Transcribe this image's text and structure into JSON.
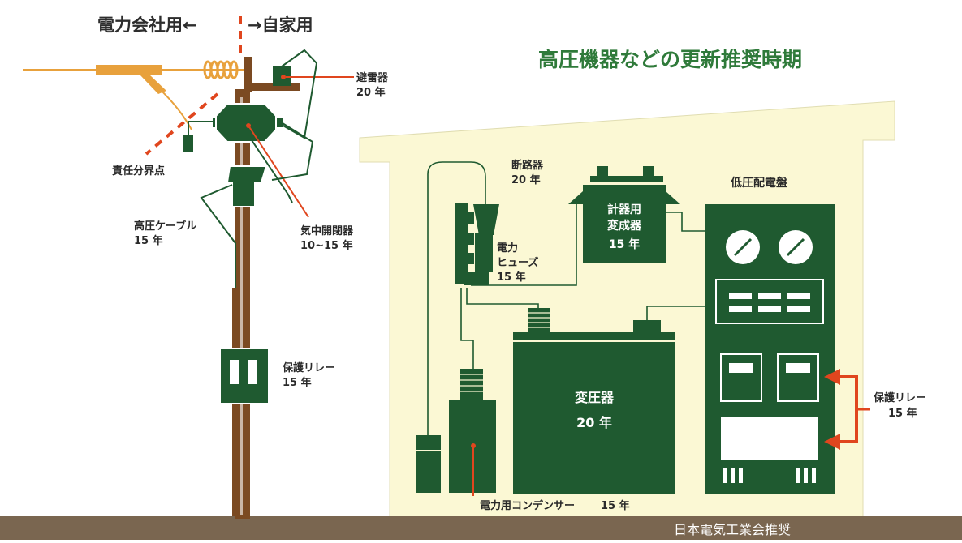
{
  "header": {
    "left_label": "電力会社用←",
    "right_label": "→自家用",
    "title": "高圧機器などの更新推奨時期"
  },
  "colors": {
    "green": "#1f5a30",
    "brown": "#7b4a22",
    "orange": "#e07b2e",
    "red": "#e0461e",
    "cream": "#fbf8d4",
    "ground": "#7a6650"
  },
  "labels": {
    "lightning_arrester": {
      "name": "避雷器",
      "years": "20 年"
    },
    "responsibility_point": "責任分界点",
    "air_switch": {
      "name": "気中開閉器",
      "years": "10~15 年"
    },
    "hv_cable": {
      "name": "高圧ケーブル",
      "years": "15 年"
    },
    "pole_relay": {
      "name": "保護リレー",
      "years": "15 年"
    },
    "breaker": {
      "name": "断路器",
      "years": "20 年"
    },
    "power_fuse": {
      "line1": "電力",
      "line2": "ヒューズ",
      "years": "15 年"
    },
    "instrument_transformer": {
      "line1": "計器用",
      "line2": "変成器",
      "years": "15 年"
    },
    "lv_panel": "低圧配電盤",
    "transformer": {
      "name": "変圧器",
      "years": "20 年"
    },
    "panel_relay": {
      "name": "保護リレー",
      "years": "15 年"
    },
    "capacitor": {
      "name": "電力用コンデンサー",
      "years": "15 年"
    }
  },
  "footer": {
    "recommend": "日本電気工業会推奨"
  }
}
